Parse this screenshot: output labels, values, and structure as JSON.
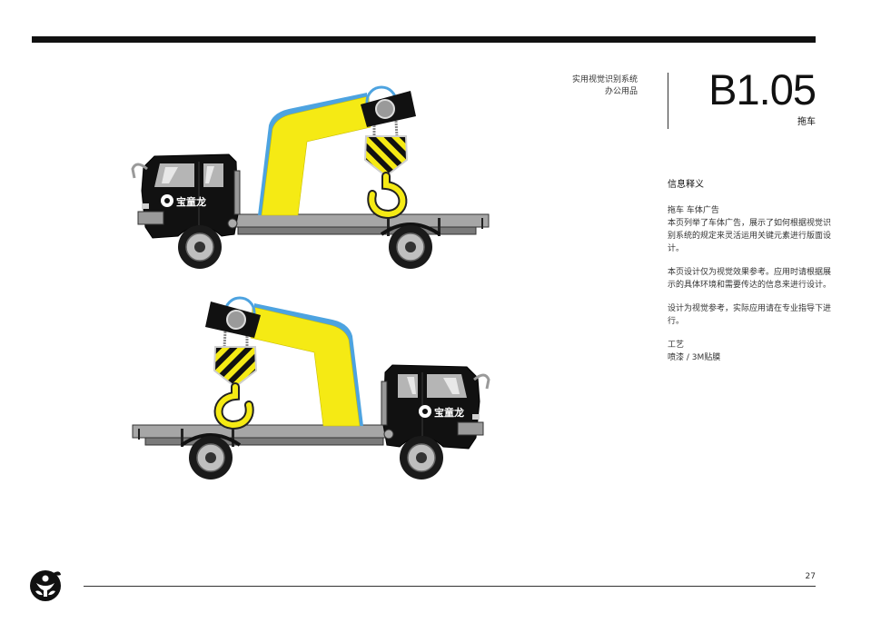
{
  "header": {
    "system_title": "实用视觉识别系统",
    "category": "办公用品",
    "code": "B1.05",
    "item_name": "拖车"
  },
  "info": {
    "heading": "信息释义",
    "subheading": "拖车 车体广告",
    "paragraph_1": [
      "本页列举了车体广告，展示了如何根据视觉识",
      "别系统的规定来灵活运用关键元素进行版面设",
      "计。"
    ],
    "paragraph_2": [
      "本页设计仅为视觉效果参考。应用时请根据展",
      "示的具体环境和需要传达的信息来进行设计。"
    ],
    "paragraph_3": [
      "设计为视觉参考，实际应用请在专业指导下进",
      "行。"
    ],
    "craft_heading": "工艺",
    "craft_value": "喷漆 / 3M贴膜"
  },
  "trucks": {
    "brand_text": "宝童龙"
  },
  "footer": {
    "page_number": "27"
  },
  "colors": {
    "truck_cab": "#111111",
    "crane_yellow": "#f5ea14",
    "crane_edge_blue": "#4da3e0",
    "flatbed_gray": "#a6a6a6",
    "top_bar": "#111111"
  }
}
